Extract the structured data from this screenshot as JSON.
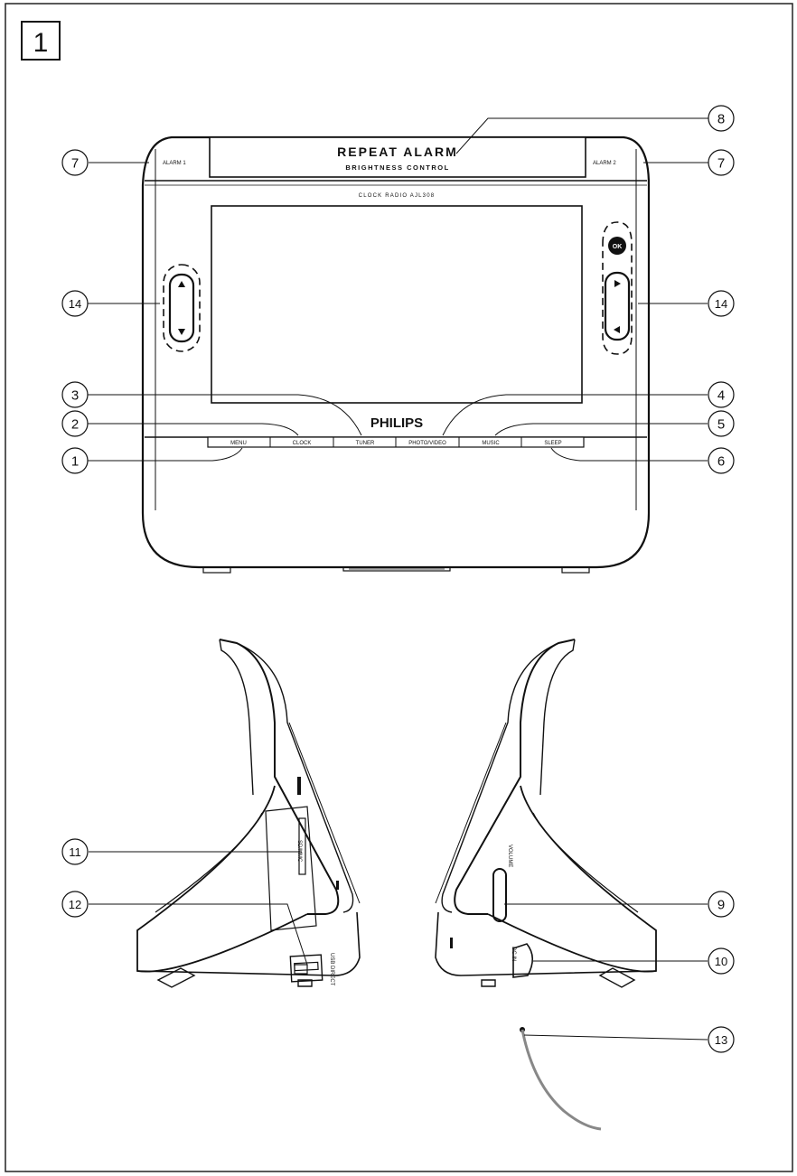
{
  "figure_number": "1",
  "device": {
    "top_bar_line1": "REPEAT ALARM",
    "top_bar_line2": "BRIGHTNESS CONTROL",
    "alarm_left": "ALARM 1",
    "alarm_right": "ALARM 2",
    "model": "CLOCK RADIO AJL308",
    "brand": "PHILIPS",
    "ok_label": "OK",
    "buttons": [
      "MENU",
      "CLOCK",
      "TUNER",
      "PHOTO/VIDEO",
      "MUSIC",
      "SLEEP"
    ]
  },
  "left_side": {
    "card_label": "SD/MMC",
    "usb_label": "USB DIRECT"
  },
  "right_side": {
    "volume_label": "VOLUME",
    "dcin_label": "DC IN"
  },
  "callouts": {
    "c1": "1",
    "c2": "2",
    "c3": "3",
    "c4": "4",
    "c5": "5",
    "c6": "6",
    "c7a": "7",
    "c7b": "7",
    "c8": "8",
    "c9": "9",
    "c10": "10",
    "c11": "11",
    "c12": "12",
    "c13": "13",
    "c14a": "14",
    "c14b": "14"
  }
}
